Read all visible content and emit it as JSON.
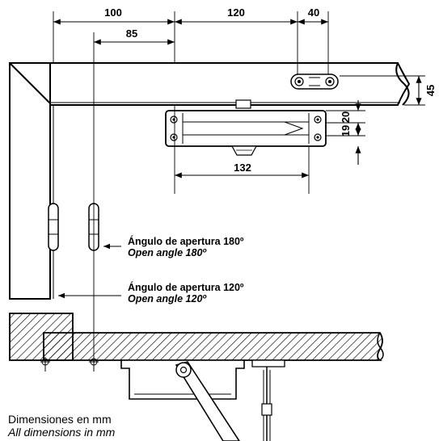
{
  "dimensions": {
    "d100": "100",
    "d85": "85",
    "d120": "120",
    "d40": "40",
    "d45": "45",
    "d20": "20",
    "d19": "19",
    "d132": "132"
  },
  "labels": {
    "open180_es": "Ángulo de apertura 180º",
    "open180_en": "Open angle 180º",
    "open120_es": "Ángulo de apertura 120º",
    "open120_en": "Open angle 120º"
  },
  "note": {
    "es": "Dimensiones en mm",
    "en": "All dimensions in mm"
  }
}
